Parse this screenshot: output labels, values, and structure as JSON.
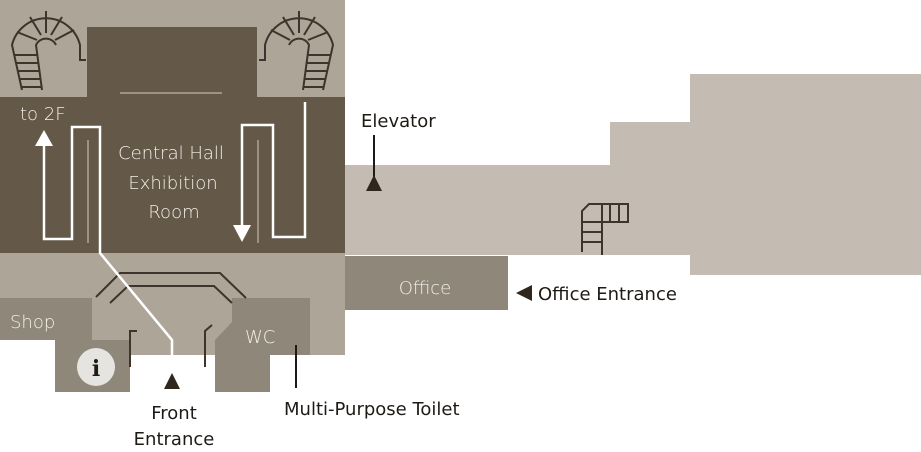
{
  "map": {
    "colors": {
      "light": "#aea599",
      "dark": "#645848",
      "medium": "#8f877a",
      "annex": "#c4bcb2",
      "marker": "#2f271d"
    },
    "rooms": {
      "central_hall": [
        "Central Hall",
        "Exhibition",
        "Room"
      ],
      "shop": "Shop",
      "wc": "WC",
      "office": "Office",
      "to_2f": "to 2F",
      "info_icon": "i"
    },
    "labels": {
      "elevator": "Elevator",
      "office_entrance": "Office Entrance",
      "front_entrance": [
        "Front",
        "Entrance"
      ],
      "multi_purpose_toilet": "Multi-Purpose Toilet"
    }
  }
}
